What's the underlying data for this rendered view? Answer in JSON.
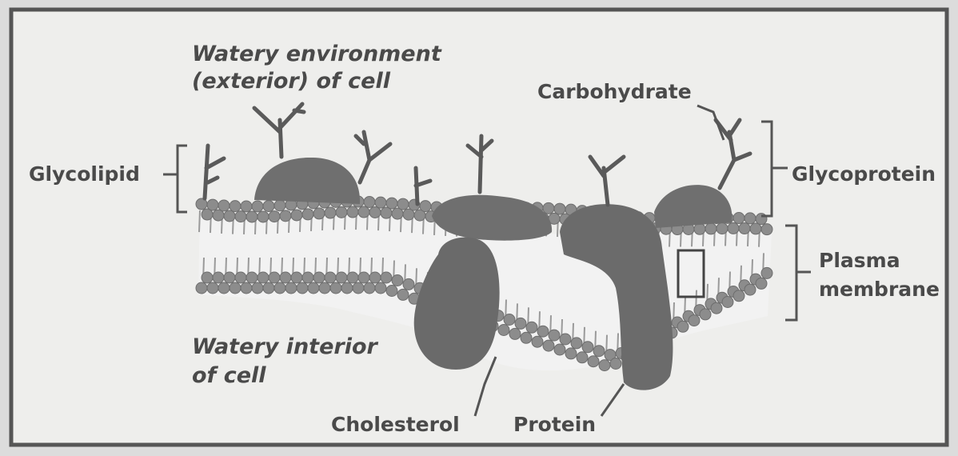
{
  "diagram": {
    "labels": {
      "watery_exterior_line1": "Watery environment",
      "watery_exterior_line2": "(exterior) of cell",
      "carbohydrate": "Carbohydrate",
      "glycolipid": "Glycolipid",
      "glycoprotein": "Glycoprotein",
      "plasma_line1": "Plasma",
      "plasma_line2": "membrane",
      "watery_interior_line1": "Watery interior",
      "watery_interior_line2": "of cell",
      "cholesterol": "Cholesterol",
      "protein": "Protein"
    },
    "colors": {
      "page": "#dcdcdc",
      "panel": "#eeeeec",
      "frame": "#555555",
      "protein": "#6f6f6f",
      "lipid_head": "#8c8c8c",
      "lipid_tail": "#9a9a9a",
      "line": "#5a5a5a"
    }
  }
}
